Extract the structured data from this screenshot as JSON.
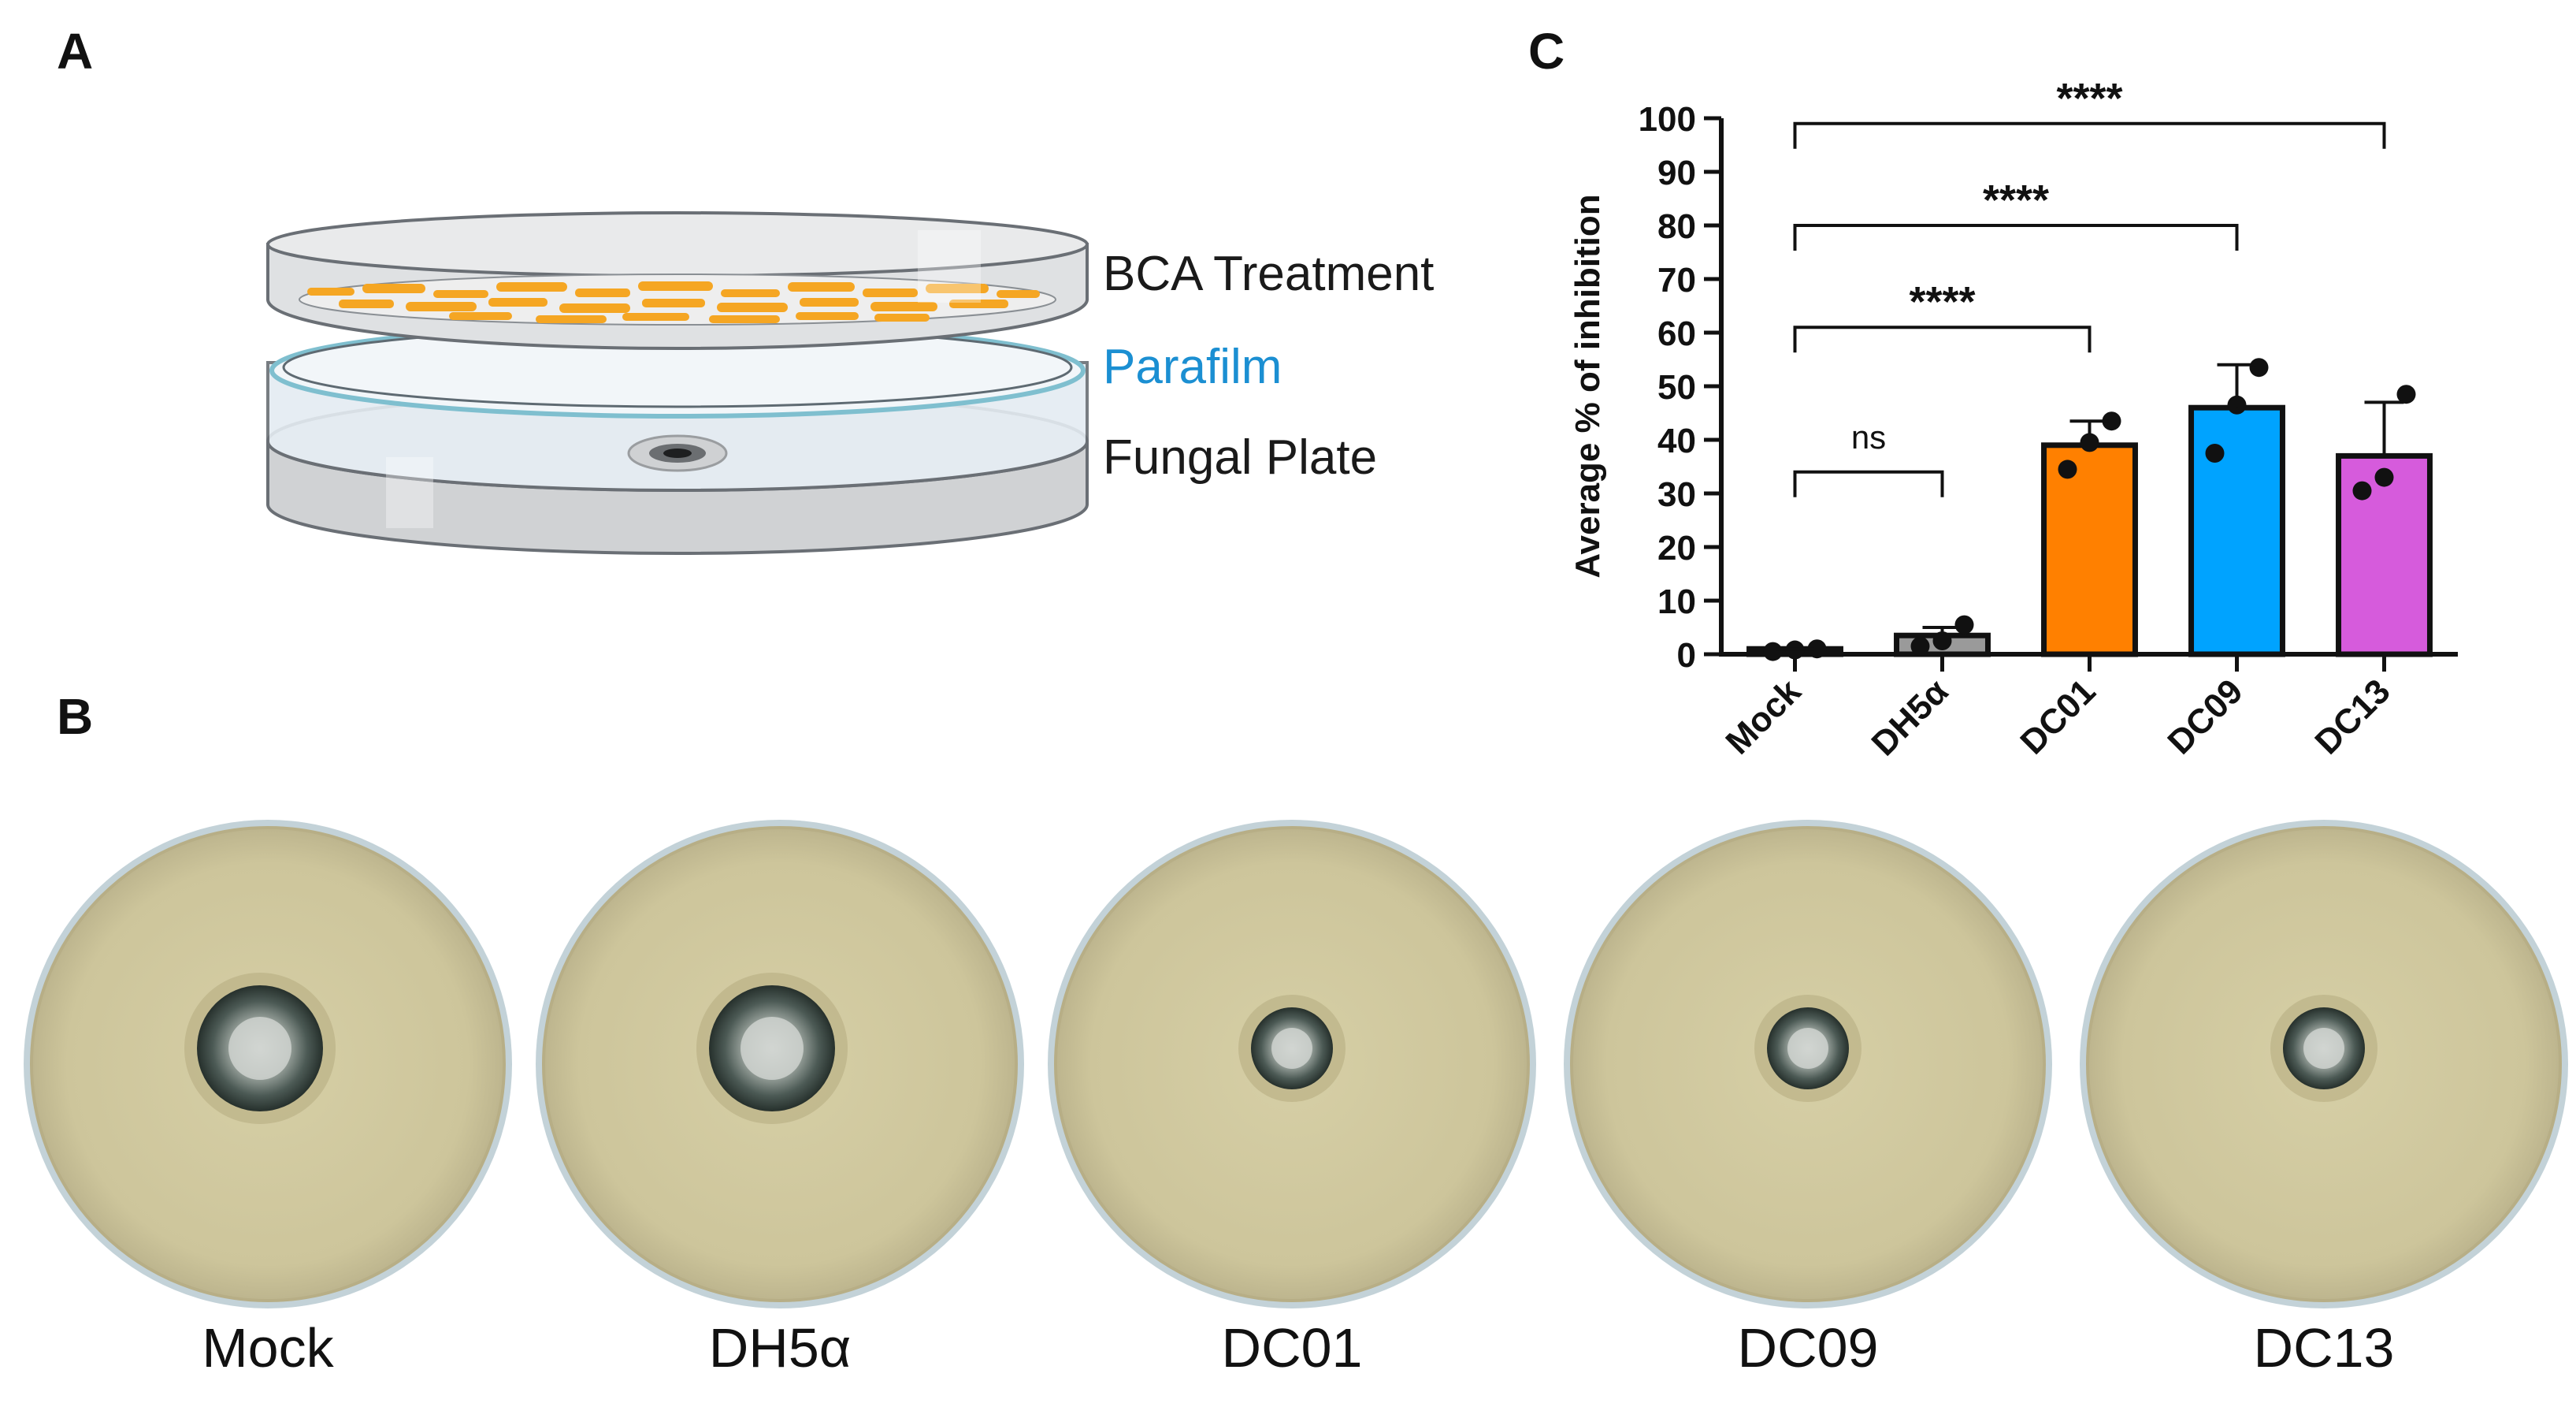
{
  "panels": {
    "a": "A",
    "b": "B",
    "c": "C"
  },
  "diagram": {
    "label_treatment": "BCA Treatment",
    "label_parafilm": "Parafilm",
    "label_fungal": "Fungal Plate",
    "colors": {
      "treatment": "#f5a623",
      "parafilm": "#1b8fd2"
    }
  },
  "plates": [
    {
      "label": "Mock",
      "colony": "large"
    },
    {
      "label": "DH5α",
      "colony": "large"
    },
    {
      "label": "DC01",
      "colony": "small"
    },
    {
      "label": "DC09",
      "colony": "small"
    },
    {
      "label": "DC13",
      "colony": "small"
    }
  ],
  "chart_data": {
    "type": "bar",
    "ylabel": "Average % of inhibition",
    "ylim": [
      0,
      100
    ],
    "yticks": [
      0,
      10,
      20,
      30,
      40,
      50,
      60,
      70,
      80,
      90,
      100
    ],
    "categories": [
      "Mock",
      "DH5α",
      "DC01",
      "DC09",
      "DC13"
    ],
    "values": [
      1,
      3.5,
      39,
      46,
      37
    ],
    "error_upper": [
      1,
      5,
      43.5,
      54,
      47
    ],
    "points": [
      [
        0.5,
        0.8,
        1.0
      ],
      [
        1.5,
        2.5,
        5.5
      ],
      [
        34.5,
        39.5,
        43.5
      ],
      [
        37.5,
        46.5,
        53.5
      ],
      [
        30.5,
        33.0,
        48.5
      ]
    ],
    "colors": [
      "#1a1a1a",
      "#9a9a9a",
      "#ff8000",
      "#00a3ff",
      "#d65bdc"
    ],
    "comparisons": [
      {
        "from": "Mock",
        "to": "DH5α",
        "label": "ns",
        "y": 34
      },
      {
        "from": "Mock",
        "to": "DC01",
        "label": "****",
        "y": 61
      },
      {
        "from": "Mock",
        "to": "DC09",
        "label": "****",
        "y": 80
      },
      {
        "from": "Mock",
        "to": "DC13",
        "label": "****",
        "y": 99
      }
    ]
  }
}
